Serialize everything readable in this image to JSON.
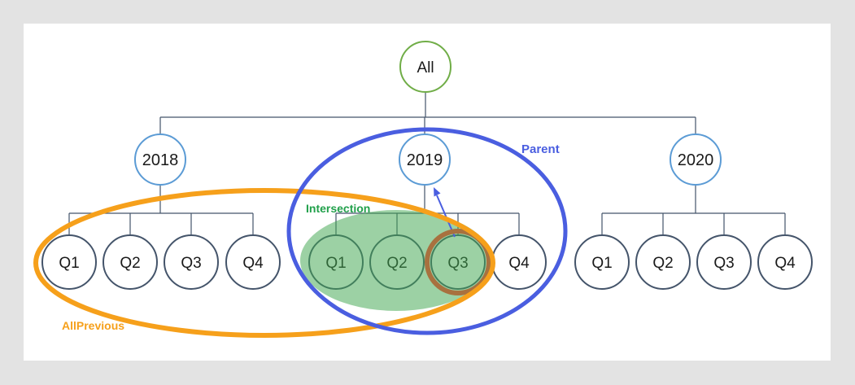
{
  "diagram": {
    "description": "Date hierarchy tree with All root, year nodes and quarter leaves, annotated with Parent, AllPrevious and Intersection regions",
    "tree": {
      "root": {
        "label": "All"
      },
      "years": [
        {
          "label": "2018",
          "quarters": [
            "Q1",
            "Q2",
            "Q3",
            "Q4"
          ]
        },
        {
          "label": "2019",
          "quarters": [
            "Q1",
            "Q2",
            "Q3",
            "Q4"
          ]
        },
        {
          "label": "2020",
          "quarters": [
            "Q1",
            "Q2",
            "Q3",
            "Q4"
          ]
        }
      ]
    },
    "annotations": {
      "parent_label": "Parent",
      "intersection_label": "Intersection",
      "all_previous_label": "AllPrevious",
      "highlighted_node": "2019 Q3"
    },
    "colors": {
      "page_bg": "#E3E3E3",
      "panel_bg": "#FFFFFF",
      "root_circle_green": "#70AD47",
      "year_circle_blue": "#5B9BD5",
      "quarter_circle_slate": "#44546A",
      "connector_line": "#44546A",
      "parent_blue": "#4A5EE0",
      "all_previous_orange": "#F6A01B",
      "intersection_fill_green": "#41A751",
      "intersection_label_green": "#21A04B",
      "highlight_ring_brown": "#A8713F",
      "node_text": "#1A1A1A"
    }
  }
}
